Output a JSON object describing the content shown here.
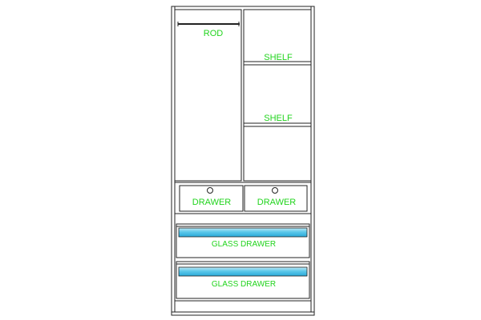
{
  "labels": {
    "rod": "ROD",
    "shelf_upper": "SHELF",
    "shelf_lower": "SHELF",
    "drawer_left": "DRAWER",
    "drawer_right": "DRAWER",
    "glass_drawer_top": "GLASS DRAWER",
    "glass_drawer_bottom": "GLASS DRAWER"
  },
  "colors": {
    "outline": "#222222",
    "label_text": "#22d41e",
    "glass_light": "#bfe9f5",
    "glass_mid": "#5cc8ea",
    "glass_dark": "#2aa9d8"
  }
}
